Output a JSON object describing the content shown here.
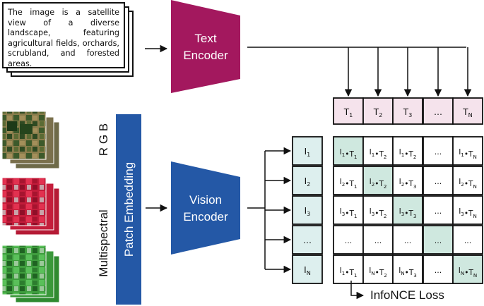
{
  "caption": "The image is a satellite view of a diverse landscape, featuring agricultural fields, orchards, scrubland, and forested areas.",
  "text_encoder": {
    "line1": "Text",
    "line2": "Encoder",
    "color": "#a3185e"
  },
  "vision_encoder": {
    "line1": "Vision",
    "line2": "Encoder",
    "color": "#2458a6"
  },
  "patch_embedding": {
    "label": "Patch Embedding",
    "color": "#2458a6"
  },
  "modality_labels": {
    "rgb": "R G B",
    "multispectral": "Multispectral"
  },
  "loss_label": "InfoNCE Loss",
  "text_tokens": [
    {
      "main": "T",
      "sub": "1"
    },
    {
      "main": "T",
      "sub": "2"
    },
    {
      "main": "T",
      "sub": "3"
    },
    {
      "main": "…",
      "sub": ""
    },
    {
      "main": "T",
      "sub": "N"
    }
  ],
  "image_tokens": [
    {
      "main": "I",
      "sub": "1"
    },
    {
      "main": "I",
      "sub": "2"
    },
    {
      "main": "I",
      "sub": "3"
    },
    {
      "main": "…",
      "sub": ""
    },
    {
      "main": "I",
      "sub": "N"
    }
  ],
  "matrix": [
    [
      {
        "segs": [
          [
            "I",
            "1"
          ],
          [
            "•",
            ""
          ],
          [
            "T",
            "1"
          ]
        ],
        "highlight": true
      },
      {
        "segs": [
          [
            "I",
            "1"
          ],
          [
            "•",
            ""
          ],
          [
            "T",
            "2"
          ]
        ],
        "highlight": false
      },
      {
        "segs": [
          [
            "I",
            "1"
          ],
          [
            "•",
            ""
          ],
          [
            "T",
            "2"
          ]
        ],
        "highlight": false
      },
      {
        "segs": [
          [
            "…",
            ""
          ]
        ],
        "highlight": false
      },
      {
        "segs": [
          [
            "I",
            "1"
          ],
          [
            "•",
            ""
          ],
          [
            "T",
            "N"
          ]
        ],
        "highlight": false
      }
    ],
    [
      {
        "segs": [
          [
            "I",
            "2"
          ],
          [
            "•",
            ""
          ],
          [
            "T",
            "1"
          ]
        ],
        "highlight": false
      },
      {
        "segs": [
          [
            "I",
            "2"
          ],
          [
            "•",
            ""
          ],
          [
            "T",
            "2"
          ]
        ],
        "highlight": true
      },
      {
        "segs": [
          [
            "I",
            "2"
          ],
          [
            "•",
            ""
          ],
          [
            "T",
            "3"
          ]
        ],
        "highlight": false
      },
      {
        "segs": [
          [
            "…",
            ""
          ]
        ],
        "highlight": false
      },
      {
        "segs": [
          [
            "I",
            "2"
          ],
          [
            "•",
            ""
          ],
          [
            "T",
            "N"
          ]
        ],
        "highlight": false
      }
    ],
    [
      {
        "segs": [
          [
            "I",
            "3"
          ],
          [
            "•",
            ""
          ],
          [
            "T",
            "1"
          ]
        ],
        "highlight": false
      },
      {
        "segs": [
          [
            "I",
            "3"
          ],
          [
            "•",
            ""
          ],
          [
            "T",
            "2"
          ]
        ],
        "highlight": false
      },
      {
        "segs": [
          [
            "I",
            "3"
          ],
          [
            "•",
            ""
          ],
          [
            "T",
            "3"
          ]
        ],
        "highlight": true
      },
      {
        "segs": [
          [
            "…",
            ""
          ]
        ],
        "highlight": false
      },
      {
        "segs": [
          [
            "I",
            "3"
          ],
          [
            "•",
            ""
          ],
          [
            "T",
            "N"
          ]
        ],
        "highlight": false
      }
    ],
    [
      {
        "segs": [
          [
            "…",
            ""
          ]
        ],
        "highlight": false
      },
      {
        "segs": [
          [
            "…",
            ""
          ]
        ],
        "highlight": false
      },
      {
        "segs": [
          [
            "…",
            ""
          ]
        ],
        "highlight": false
      },
      {
        "segs": [
          [
            "…",
            ""
          ]
        ],
        "highlight": true
      },
      {
        "segs": [
          [
            "…",
            ""
          ]
        ],
        "highlight": false
      }
    ],
    [
      {
        "segs": [
          [
            "I",
            "1"
          ],
          [
            "•",
            ""
          ],
          [
            "T",
            "1"
          ]
        ],
        "highlight": false
      },
      {
        "segs": [
          [
            "I",
            "N"
          ],
          [
            "•",
            ""
          ],
          [
            "T",
            "2"
          ]
        ],
        "highlight": false
      },
      {
        "segs": [
          [
            "I",
            "N"
          ],
          [
            "•",
            ""
          ],
          [
            "T",
            "3"
          ]
        ],
        "highlight": false
      },
      {
        "segs": [
          [
            "…",
            ""
          ]
        ],
        "highlight": false
      },
      {
        "segs": [
          [
            "I",
            "N"
          ],
          [
            "•",
            ""
          ],
          [
            "T",
            "N"
          ]
        ],
        "highlight": true
      }
    ]
  ],
  "colors": {
    "text_token_fill": "#f5e3ec",
    "image_token_fill": "#ddefee",
    "highlight_fill": "#cfe8df",
    "border": "#111111"
  }
}
